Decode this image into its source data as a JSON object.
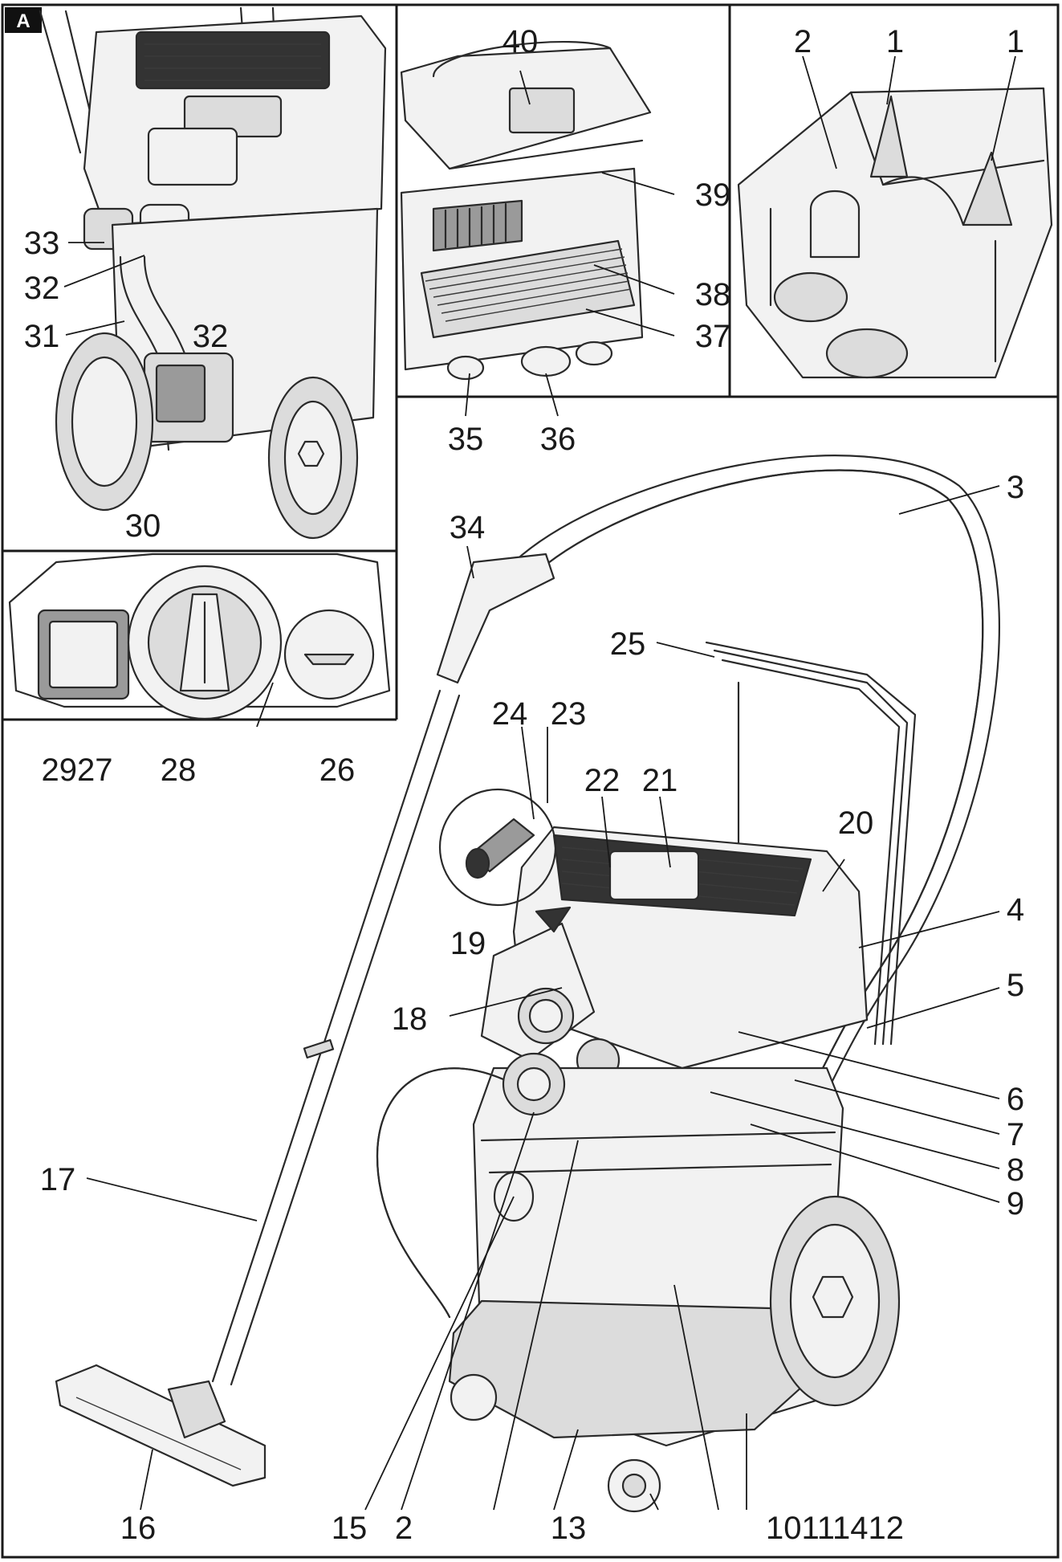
{
  "figure_tag": "A",
  "callouts": {
    "n1a": "1",
    "n1b": "1",
    "n2a": "2",
    "n2b": "2",
    "n3": "3",
    "n4": "4",
    "n5": "5",
    "n6": "6",
    "n7": "7",
    "n8": "8",
    "n9": "9",
    "n10_14": "10111412",
    "n13": "13",
    "n15": "15",
    "n16": "16",
    "n17": "17",
    "n18": "18",
    "n19": "19",
    "n20": "20",
    "n21": "21",
    "n22": "22",
    "n23": "23",
    "n24": "24",
    "n25": "25",
    "n26": "26",
    "n27_29": "2927",
    "n28": "28",
    "n30": "30",
    "n31": "31",
    "n32a": "32",
    "n32b": "32",
    "n33": "33",
    "n34": "34",
    "n35": "35",
    "n36": "36",
    "n37": "37",
    "n38": "38",
    "n39": "39",
    "n40": "40"
  }
}
